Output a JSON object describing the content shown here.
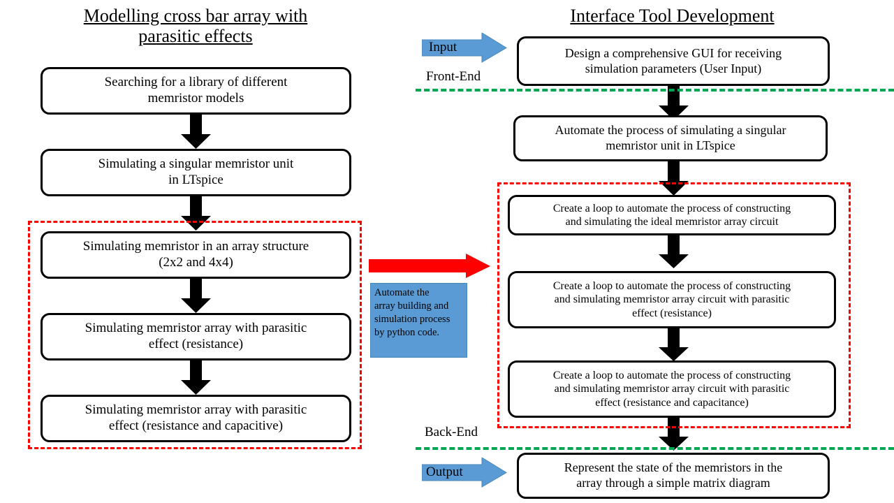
{
  "left_column": {
    "title": "Modelling cross bar array with\nparasitic effects",
    "steps": [
      {
        "text": "Searching for a library of different\nmemristor models"
      },
      {
        "text": "Simulating a singular memristor unit\nin LTspice"
      },
      {
        "text": "Simulating memristor in an array structure\n(2x2 and 4x4)"
      },
      {
        "text": "Simulating memristor array with parasitic\neffect (resistance)"
      },
      {
        "text": "Simulating memristor array with parasitic\neffect (resistance and capacitive)"
      }
    ]
  },
  "right_column": {
    "title": "Interface Tool Development",
    "steps": [
      {
        "text": "Design a comprehensive GUI for receiving\nsimulation parameters (User Input)"
      },
      {
        "text": "Automate the process of simulating a singular\nmemristor unit in LTspice"
      },
      {
        "text": "Create a loop to automate the process of constructing\nand simulating the ideal memristor array circuit"
      },
      {
        "text": "Create a loop to automate the process of constructing\nand simulating memristor array circuit with parasitic\neffect (resistance)"
      },
      {
        "text": "Create a loop to automate the process of constructing\nand simulating memristor array circuit with parasitic\neffect (resistance and capacitance)"
      },
      {
        "text": "Represent the state of the memristors in the\narray through a simple matrix diagram"
      }
    ]
  },
  "section_labels": {
    "front_end": "Front-End",
    "back_end": "Back-End"
  },
  "io_arrows": {
    "input": "Input",
    "output": "Output"
  },
  "annotation": {
    "note": "Automate the\narray building and\nsimulation process\nby python code."
  },
  "colors": {
    "dashed_highlight": "#FF0000",
    "section_divider": "#00A651",
    "io_arrow": "#5B9BD5",
    "transfer_arrow": "#FF0000",
    "note_fill": "#5B9BD5",
    "box_border": "#000000",
    "flow_arrow": "#000000"
  }
}
